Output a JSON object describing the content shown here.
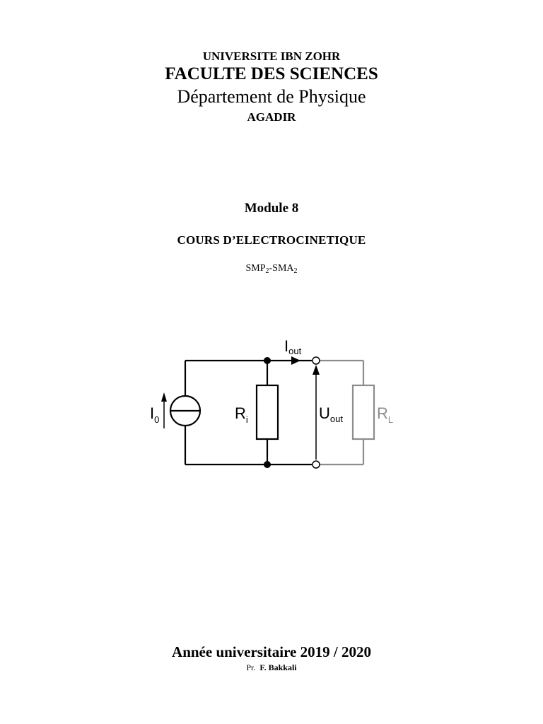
{
  "header": {
    "university": "UNIVERSITE IBN ZOHR",
    "faculty": "FACULTE DES SCIENCES",
    "department": "Département de Physique",
    "city": "AGADIR"
  },
  "course": {
    "module": "Module  8",
    "title": "COURS D’ELECTROCINETIQUE",
    "level_part1": "SMP",
    "level_sub1": "2",
    "level_sep": "-SMA",
    "level_sub2": "2"
  },
  "circuit": {
    "source_label": "I",
    "source_sub": "0",
    "internal_resistor_label": "R",
    "internal_resistor_sub": "i",
    "output_voltage_label": "U",
    "output_voltage_sub": "out",
    "output_current_label": "I",
    "output_current_sub": "out",
    "load_resistor_label": "R",
    "load_resistor_sub": "L",
    "colors": {
      "main": "#000000",
      "load": "#8c8c8c"
    }
  },
  "footer": {
    "year": "Année universitaire 2019 / 2020",
    "author_prefix": "Pr.",
    "author_name": "F. Bakkali"
  }
}
